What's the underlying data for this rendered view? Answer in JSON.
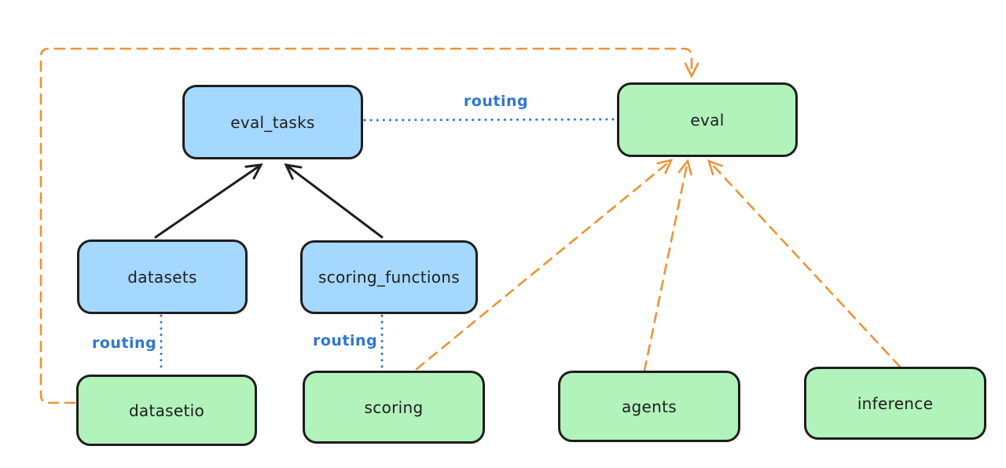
{
  "diagram": {
    "nodes": {
      "eval_tasks": {
        "label": "eval_tasks",
        "fill": "#a5d8ff"
      },
      "eval": {
        "label": "eval",
        "fill": "#b2f2bb"
      },
      "datasets": {
        "label": "datasets",
        "fill": "#a5d8ff"
      },
      "scoring_functions": {
        "label": "scoring_functions",
        "fill": "#a5d8ff"
      },
      "datasetio": {
        "label": "datasetio",
        "fill": "#b2f2bb"
      },
      "scoring": {
        "label": "scoring",
        "fill": "#b2f2bb"
      },
      "agents": {
        "label": "agents",
        "fill": "#b2f2bb"
      },
      "inference": {
        "label": "inference",
        "fill": "#b2f2bb"
      }
    },
    "edge_labels": {
      "eval_tasks_to_eval": "routing",
      "datasets_to_datasetio": "routing",
      "scoring_functions_to_scoring": "routing"
    },
    "edges": [
      {
        "from": "datasets",
        "to": "eval_tasks",
        "style": "solid-black-arrow"
      },
      {
        "from": "scoring_functions",
        "to": "eval_tasks",
        "style": "solid-black-arrow"
      },
      {
        "from": "eval_tasks",
        "to": "eval",
        "style": "dotted-blue",
        "label": "routing"
      },
      {
        "from": "datasets",
        "to": "datasetio",
        "style": "dotted-blue",
        "label": "routing"
      },
      {
        "from": "scoring_functions",
        "to": "scoring",
        "style": "dotted-blue",
        "label": "routing"
      },
      {
        "from": "datasetio",
        "to": "eval",
        "style": "dashed-orange-arrow"
      },
      {
        "from": "scoring",
        "to": "eval",
        "style": "dashed-orange-arrow"
      },
      {
        "from": "agents",
        "to": "eval",
        "style": "dashed-orange-arrow"
      },
      {
        "from": "inference",
        "to": "eval",
        "style": "dashed-orange-arrow"
      }
    ],
    "colors": {
      "stroke": "#1e1e1e",
      "blue_fill": "#a5d8ff",
      "green_fill": "#b2f2bb",
      "routing_blue": "#2e76d2",
      "orange": "#ec9435",
      "background": "#ffffff"
    }
  }
}
